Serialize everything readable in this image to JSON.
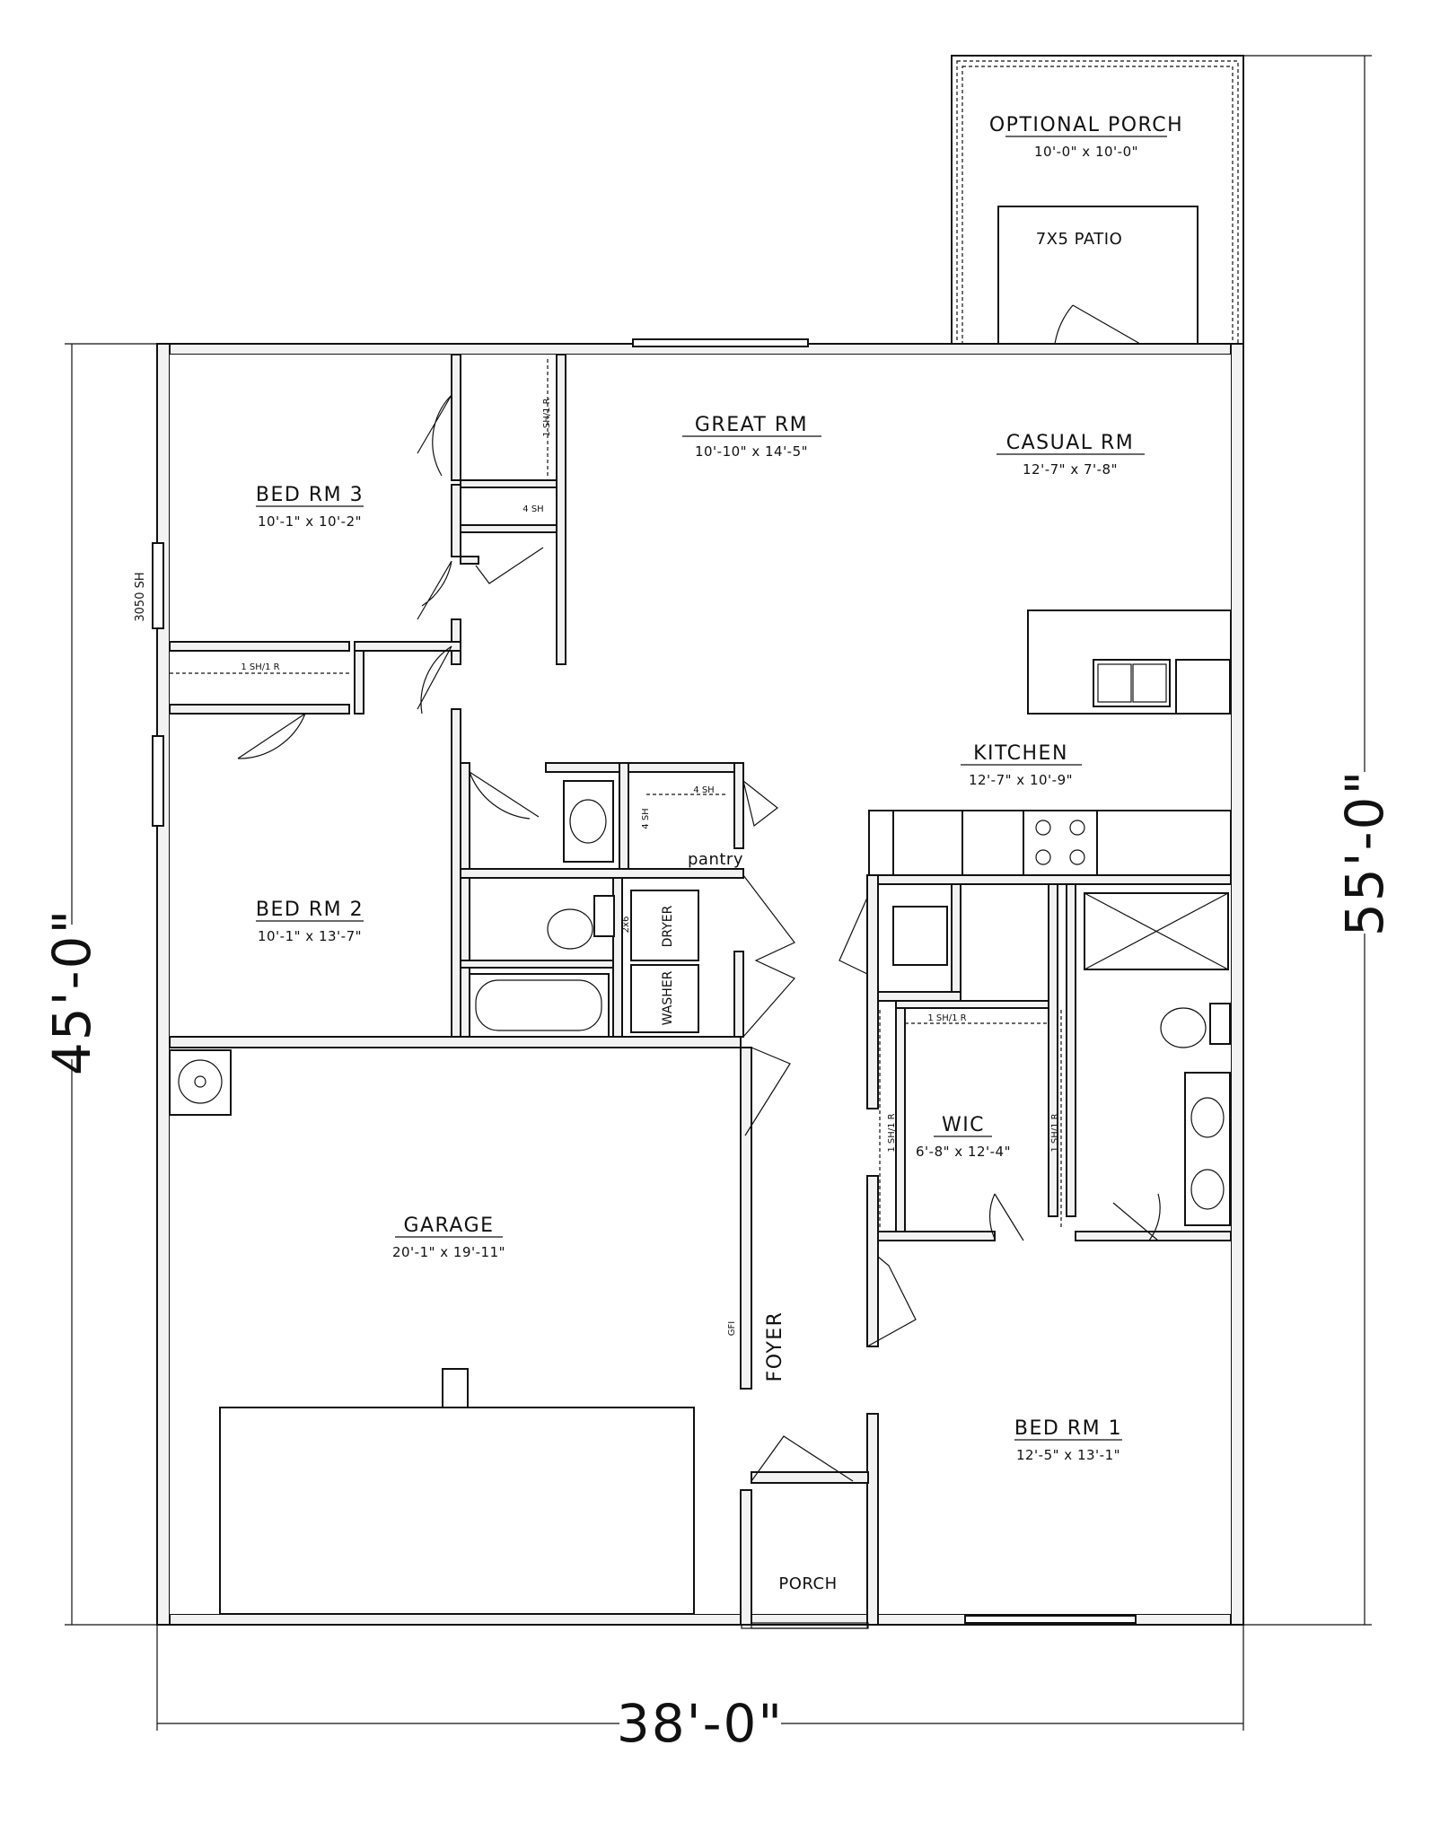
{
  "rooms": {
    "optional_porch": {
      "name": "OPTIONAL PORCH",
      "dim": "10'-0\" x 10'-0\""
    },
    "patio": {
      "name": "7X5 PATIO"
    },
    "great_rm": {
      "name": "GREAT RM",
      "dim": "10'-10\" x 14'-5\""
    },
    "casual_rm": {
      "name": "CASUAL RM",
      "dim": "12'-7\" x 7'-8\""
    },
    "bed_rm_3": {
      "name": "BED RM 3",
      "dim": "10'-1\" x 10'-2\""
    },
    "bed_rm_2": {
      "name": "BED RM 2",
      "dim": "10'-1\" x 13'-7\""
    },
    "kitchen": {
      "name": "KITCHEN",
      "dim": "12'-7\" x 10'-9\""
    },
    "wic": {
      "name": "WIC",
      "dim": "6'-8\" x 12'-4\""
    },
    "garage": {
      "name": "GARAGE",
      "dim": "20'-1\" x 19'-11\""
    },
    "foyer": {
      "name": "FOYER"
    },
    "bed_rm_1": {
      "name": "BED RM 1",
      "dim": "12'-5\" x 13'-1\""
    },
    "porch": {
      "name": "PORCH"
    },
    "pantry": {
      "name": "pantry"
    }
  },
  "labels": {
    "window_3050": "3050 SH",
    "shelf_sh_r": "1 SH/1 R",
    "shelf_4sh": "4 SH",
    "dryer": "DRYER",
    "washer": "WASHER",
    "stud_2x6": "2x6",
    "gfi": "GFI"
  },
  "dimensions": {
    "left": "45'-0\"",
    "right": "55'-0\"",
    "bottom": "38'-0\""
  }
}
